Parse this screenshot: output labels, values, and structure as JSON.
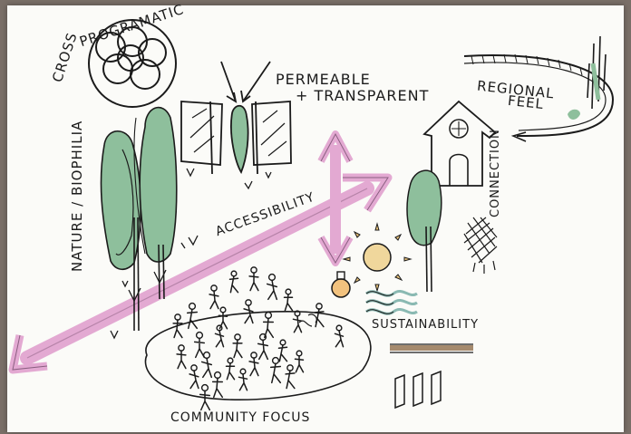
{
  "labels": {
    "cross": "CROSS",
    "programatic": "PROGRAMATIC",
    "permeable": "PERMEABLE",
    "transparent": "+ TRANSPARENT",
    "regional": "REGIONAL",
    "feel": "FEEL",
    "nature": "NATURE / BIOPHILIA",
    "accessibility": "ACCESSIBILITY",
    "connection": "CONNECTION",
    "sustainability": "SUSTAINABILITY",
    "community": "COMMUNITY FOCUS"
  },
  "colors": {
    "ink": "#1b1b1b",
    "green": "#8ebf9c",
    "pink": "#e3a9d2",
    "pink_edge": "#c48ab4",
    "sun": "#f0d79c",
    "sun_ray": "#c9a55a",
    "bulb": "#f2c27e",
    "water": "#8ab9b2",
    "wood": "#a58a6e"
  }
}
